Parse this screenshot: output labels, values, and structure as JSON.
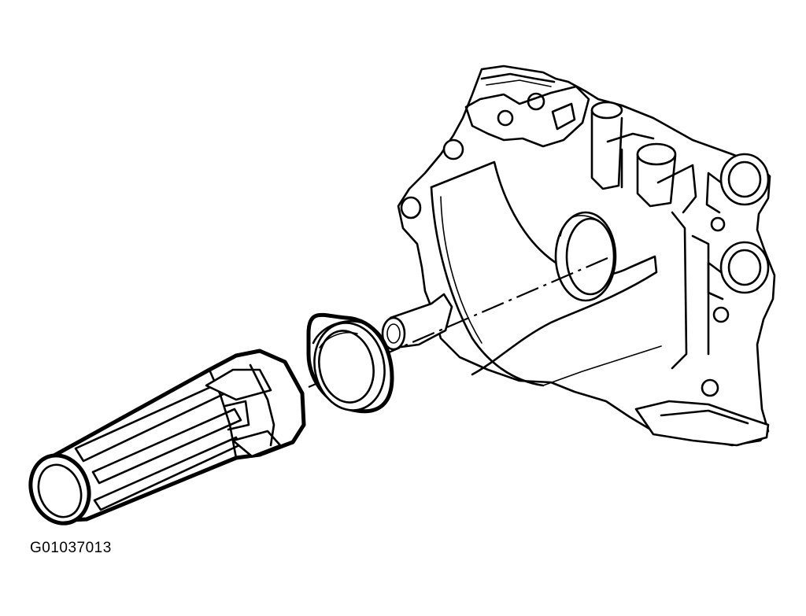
{
  "figure": {
    "id_label": "G01037013",
    "parts": [
      "oil-pump-housing",
      "crankshaft-front-seal",
      "seal-installer-tool",
      "installation-axis"
    ]
  }
}
